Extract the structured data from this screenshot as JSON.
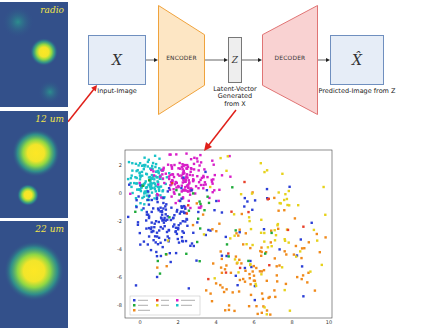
{
  "diagram": {
    "nodes": [
      {
        "text": [
          "radio"
        ]
      },
      {
        "text": [
          "12 um"
        ]
      },
      {
        "text": [
          "22 um"
        ]
      },
      {
        "text": [
          "X",
          "Input-Image"
        ]
      },
      {
        "text": [
          "ENCODER"
        ]
      },
      {
        "text": [
          "Z",
          "Latent-Vector Generated from X"
        ]
      },
      {
        "text": [
          "DECODER"
        ]
      },
      {
        "text": [
          "X̂",
          "Predicted-Image from Z"
        ]
      }
    ],
    "edges": [
      {
        "from": 1,
        "to": 3,
        "arrow": "to"
      },
      {
        "from": 3,
        "to": 4,
        "arrow": "to"
      },
      {
        "from": 4,
        "to": 5,
        "arrow": "to"
      },
      {
        "from": 5,
        "to": 6,
        "arrow": "to"
      },
      {
        "from": 6,
        "to": 7,
        "arrow": "to"
      }
    ],
    "labels": [
      "0",
      "2",
      "4",
      "6",
      "8",
      "10",
      "2",
      "0",
      "-2",
      "-4",
      "-6",
      "-8"
    ]
  }
}
